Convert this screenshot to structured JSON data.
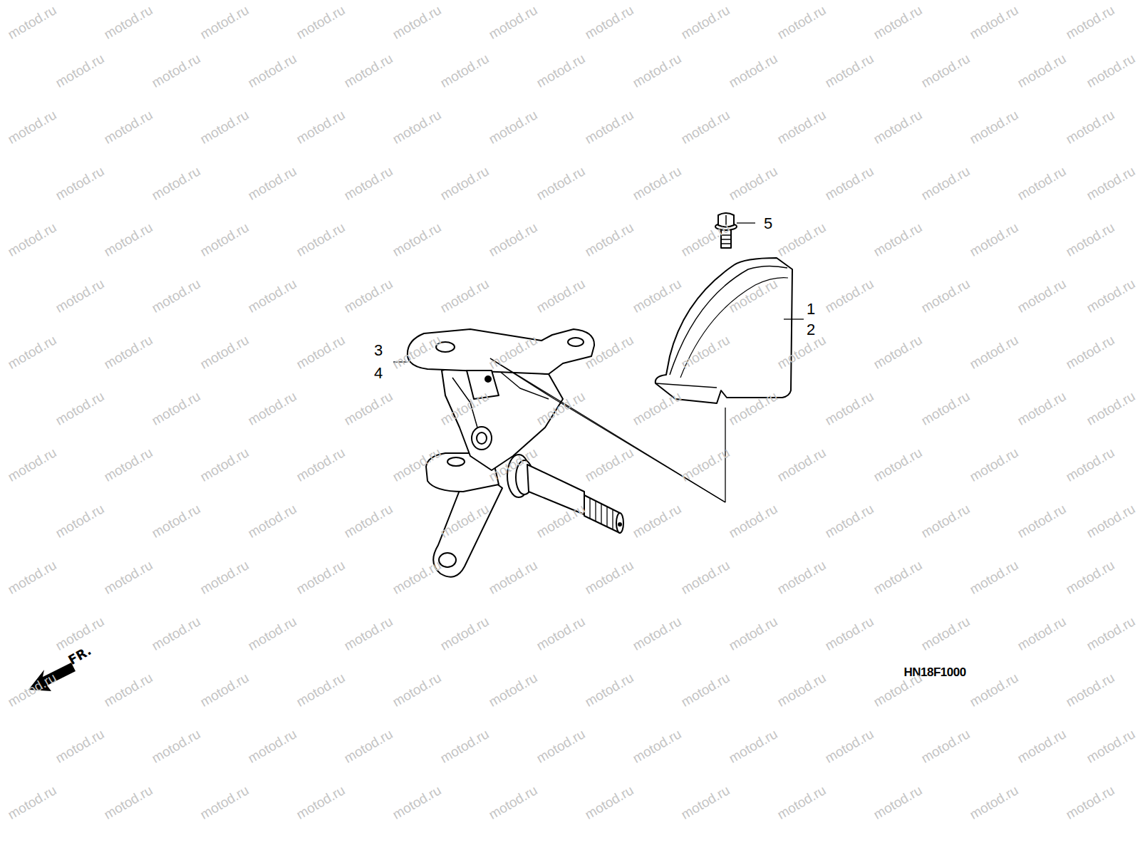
{
  "diagram": {
    "labels": [
      "5",
      "1",
      "2",
      "3",
      "4",
      "FR.",
      "HN18F1000",
      "motod.ru",
      "motod.ru",
      "motod.ru",
      "motod.ru",
      "motod.ru",
      "motod.ru",
      "motod.ru",
      "motod.ru",
      "motod.ru",
      "motod.ru",
      "motod.ru",
      "motod.ru",
      "motod.ru",
      "motod.ru",
      "motod.ru",
      "motod.ru",
      "motod.ru",
      "motod.ru",
      "motod.ru",
      "motod.ru",
      "motod.ru",
      "motod.ru",
      "motod.ru",
      "motod.ru",
      "motod.ru",
      "motod.ru",
      "motod.ru",
      "motod.ru",
      "motod.ru",
      "motod.ru",
      "motod.ru",
      "motod.ru",
      "motod.ru",
      "motod.ru",
      "motod.ru",
      "motod.ru",
      "motod.ru",
      "motod.ru",
      "motod.ru",
      "motod.ru",
      "motod.ru",
      "motod.ru",
      "motod.ru",
      "motod.ru",
      "motod.ru",
      "motod.ru",
      "motod.ru",
      "motod.ru",
      "motod.ru",
      "motod.ru",
      "motod.ru",
      "motod.ru",
      "motod.ru",
      "motod.ru",
      "motod.ru",
      "motod.ru",
      "motod.ru",
      "motod.ru",
      "motod.ru",
      "motod.ru",
      "motod.ru",
      "motod.ru",
      "motod.ru",
      "motod.ru",
      "motod.ru",
      "motod.ru",
      "motod.ru",
      "motod.ru",
      "motod.ru",
      "motod.ru",
      "motod.ru",
      "motod.ru",
      "motod.ru",
      "motod.ru",
      "motod.ru",
      "motod.ru",
      "motod.ru",
      "motod.ru",
      "motod.ru",
      "motod.ru",
      "motod.ru",
      "motod.ru",
      "motod.ru",
      "motod.ru",
      "motod.ru",
      "motod.ru",
      "motod.ru",
      "motod.ru",
      "motod.ru",
      "motod.ru",
      "motod.ru",
      "motod.ru",
      "motod.ru",
      "motod.ru",
      "motod.ru",
      "motod.ru",
      "motod.ru",
      "motod.ru",
      "motod.ru",
      "motod.ru",
      "motod.ru",
      "motod.ru",
      "motod.ru",
      "motod.ru",
      "motod.ru",
      "motod.ru",
      "motod.ru",
      "motod.ru",
      "motod.ru",
      "motod.ru",
      "motod.ru",
      "motod.ru",
      "motod.ru",
      "motod.ru",
      "motod.ru",
      "motod.ru",
      "motod.ru",
      "motod.ru",
      "motod.ru",
      "motod.ru",
      "motod.ru",
      "motod.ru",
      "motod.ru",
      "motod.ru",
      "motod.ru",
      "motod.ru",
      "motod.ru",
      "motod.ru",
      "motod.ru",
      "motod.ru",
      "motod.ru",
      "motod.ru",
      "motod.ru",
      "motod.ru",
      "motod.ru",
      "motod.ru",
      "motod.ru",
      "motod.ru",
      "motod.ru",
      "motod.ru",
      "motod.ru",
      "motod.ru",
      "motod.ru",
      "motod.ru",
      "motod.ru",
      "motod.ru",
      "motod.ru",
      "motod.ru",
      "motod.ru",
      "motod.ru",
      "motod.ru",
      "motod.ru",
      "motod.ru",
      "motod.ru",
      "motod.ru",
      "motod.ru",
      "motod.ru",
      "motod.ru",
      "motod.ru",
      "motod.ru",
      "motod.ru",
      "motod.ru",
      "motod.ru",
      "motod.ru",
      "motod.ru",
      "motod.ru",
      "motod.ru",
      "motod.ru",
      "motod.ru",
      "motod.ru",
      "motod.ru",
      "motod.ru",
      "motod.ru",
      "motod.ru",
      "motod.ru",
      "motod.ru",
      "motod.ru",
      "motod.ru",
      "motod.ru",
      "motod.ru"
    ]
  }
}
